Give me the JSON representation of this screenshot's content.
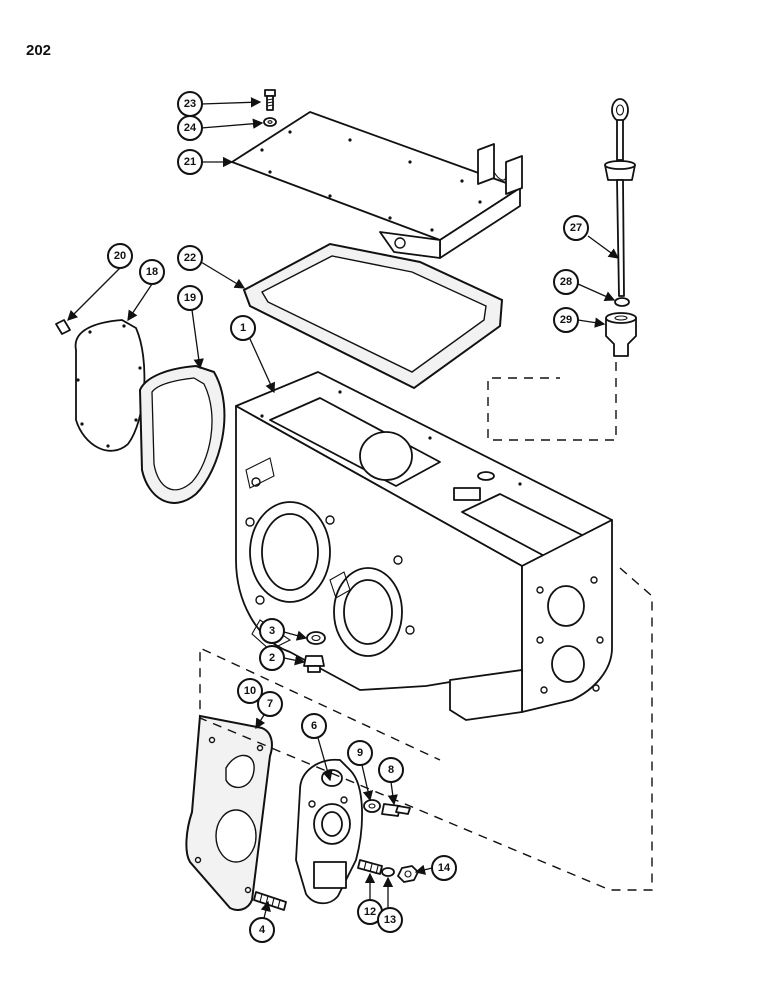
{
  "page_number": "202",
  "callouts": {
    "c1": "1",
    "c2": "2",
    "c3": "3",
    "c4": "4",
    "c6": "6",
    "c7": "7",
    "c8": "8",
    "c9": "9",
    "c10": "10",
    "c12": "12",
    "c13": "13",
    "c14": "14",
    "c18": "18",
    "c19": "19",
    "c20": "20",
    "c21": "21",
    "c22": "22",
    "c23": "23",
    "c24": "24",
    "c27": "27",
    "c28": "28",
    "c29": "29"
  }
}
